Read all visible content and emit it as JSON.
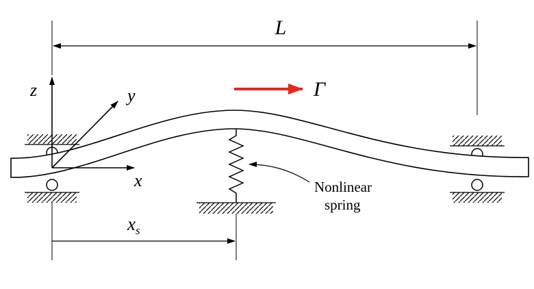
{
  "labels": {
    "length": "L",
    "axis_z": "z",
    "axis_y": "y",
    "axis_x": "x",
    "force": "Γ",
    "spring_line1": "Nonlinear",
    "spring_line2": "spring",
    "position_main": "x",
    "position_sub": "s"
  },
  "colors": {
    "force_arrow": "#e8281e",
    "ink": "#000000"
  }
}
